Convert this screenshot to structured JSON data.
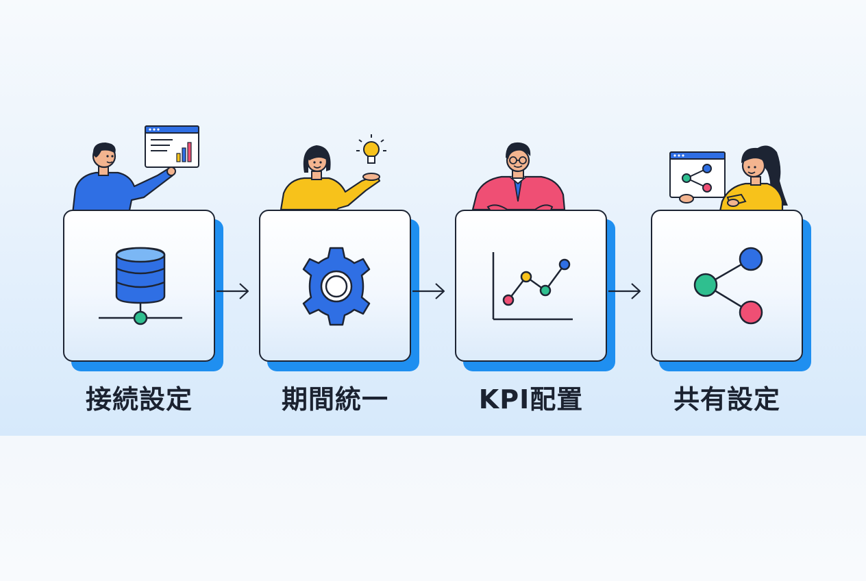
{
  "steps": [
    {
      "label": "接続設定",
      "icon": "database-icon",
      "person": "person-presenting-dashboard"
    },
    {
      "label": "期間統一",
      "icon": "gear-icon",
      "person": "person-with-lightbulb"
    },
    {
      "label": "KPI配置",
      "icon": "line-chart-icon",
      "person": "person-leaning-on-card"
    },
    {
      "label": "共有設定",
      "icon": "share-icon",
      "person": "person-presenting-share-window"
    }
  ],
  "colors": {
    "accent": "#1f8ff0",
    "outline": "#1d2433",
    "blue": "#2f6fe4",
    "yellow": "#f7c21b",
    "red": "#ef4f74",
    "green": "#2fbf8f"
  }
}
